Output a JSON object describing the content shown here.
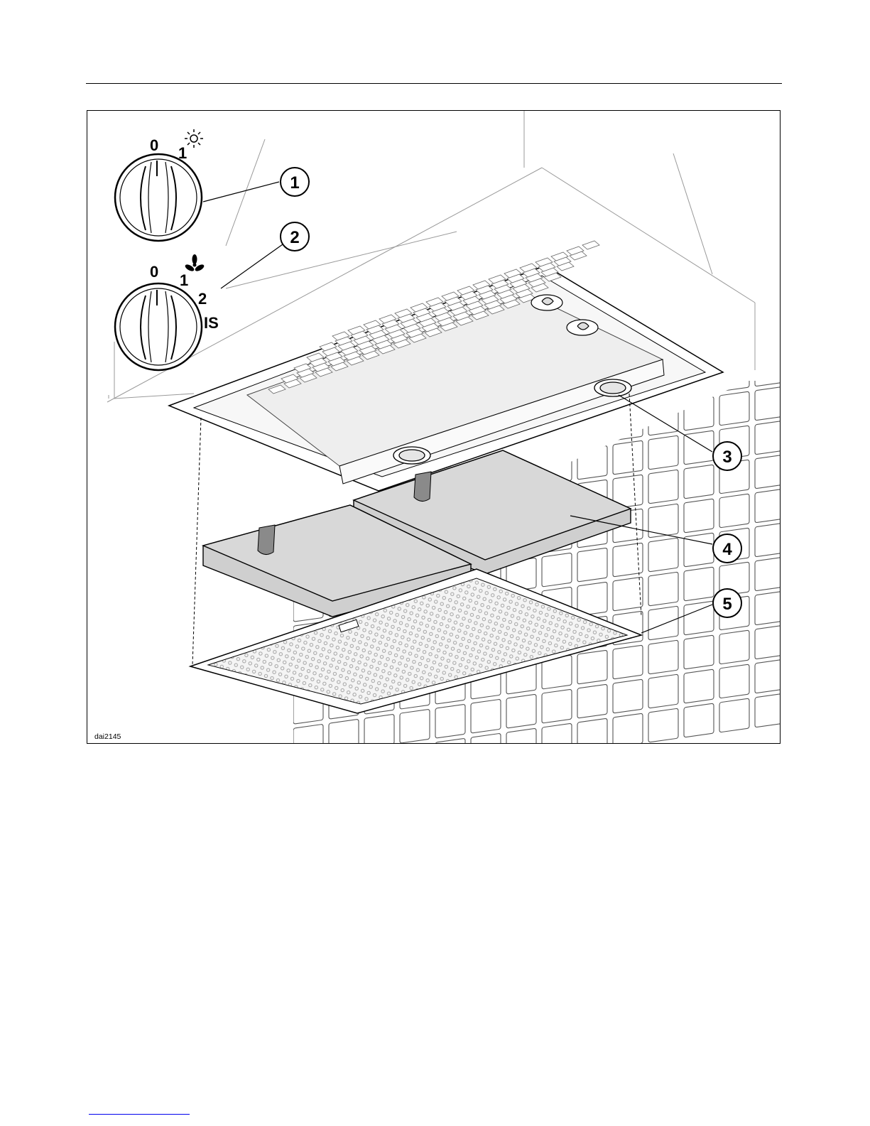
{
  "figure": {
    "code": "dai2145",
    "light_knob": {
      "marks": [
        "0",
        "1"
      ],
      "icon": "light-bulb-icon"
    },
    "fan_knob": {
      "marks": [
        "0",
        "1",
        "2",
        "IS"
      ],
      "icon": "fan-icon"
    },
    "callouts": [
      "1",
      "2",
      "3",
      "4",
      "5"
    ]
  },
  "colors": {
    "line": "#000000",
    "filter_fill": "#cfcfcf",
    "tile_line": "#555555"
  }
}
